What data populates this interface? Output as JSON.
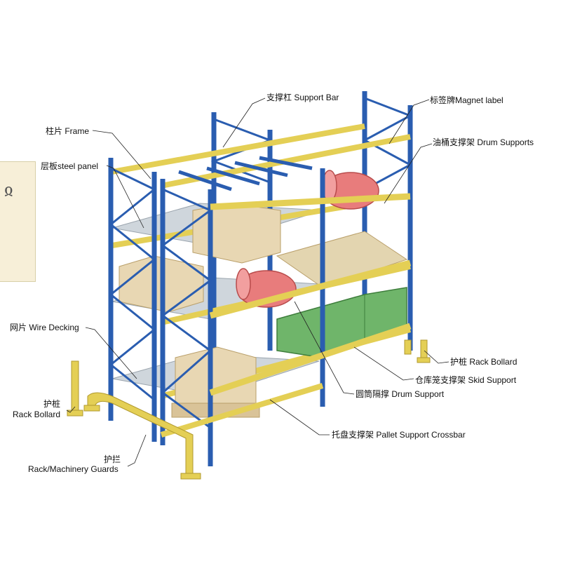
{
  "labels": {
    "support_bar": "支撑杠 Support Bar",
    "magnet_label": "标签牌Magnet label",
    "frame": "柱片 Frame",
    "drum_supports": "油桶支撑架 Drum Supports",
    "steel_panel": "层板steel panel",
    "wire_decking": "网片 Wire Decking",
    "rack_bollard_right": "护桩 Rack Bollard",
    "skid_support": "仓库笼支撑架 Skid Support",
    "drum_support": "圆筒隔撑 Drum Support",
    "rack_bollard_left_cn": "护桩",
    "rack_bollard_left_en": "Rack Bollard",
    "pallet_support": "托盘支撑架 Pallet Support  Crossbar",
    "guards_cn": "护拦",
    "guards_en": "Rack/Machinery Guards"
  },
  "colors": {
    "upright_blue": "#2a5db0",
    "beam_yellow": "#efe07a",
    "drum_red": "#e87c7c",
    "box_tan": "#e8d7b3",
    "cage_green": "#6fb56a",
    "decking_gray": "#cfd6dc",
    "leader": "#222222"
  }
}
